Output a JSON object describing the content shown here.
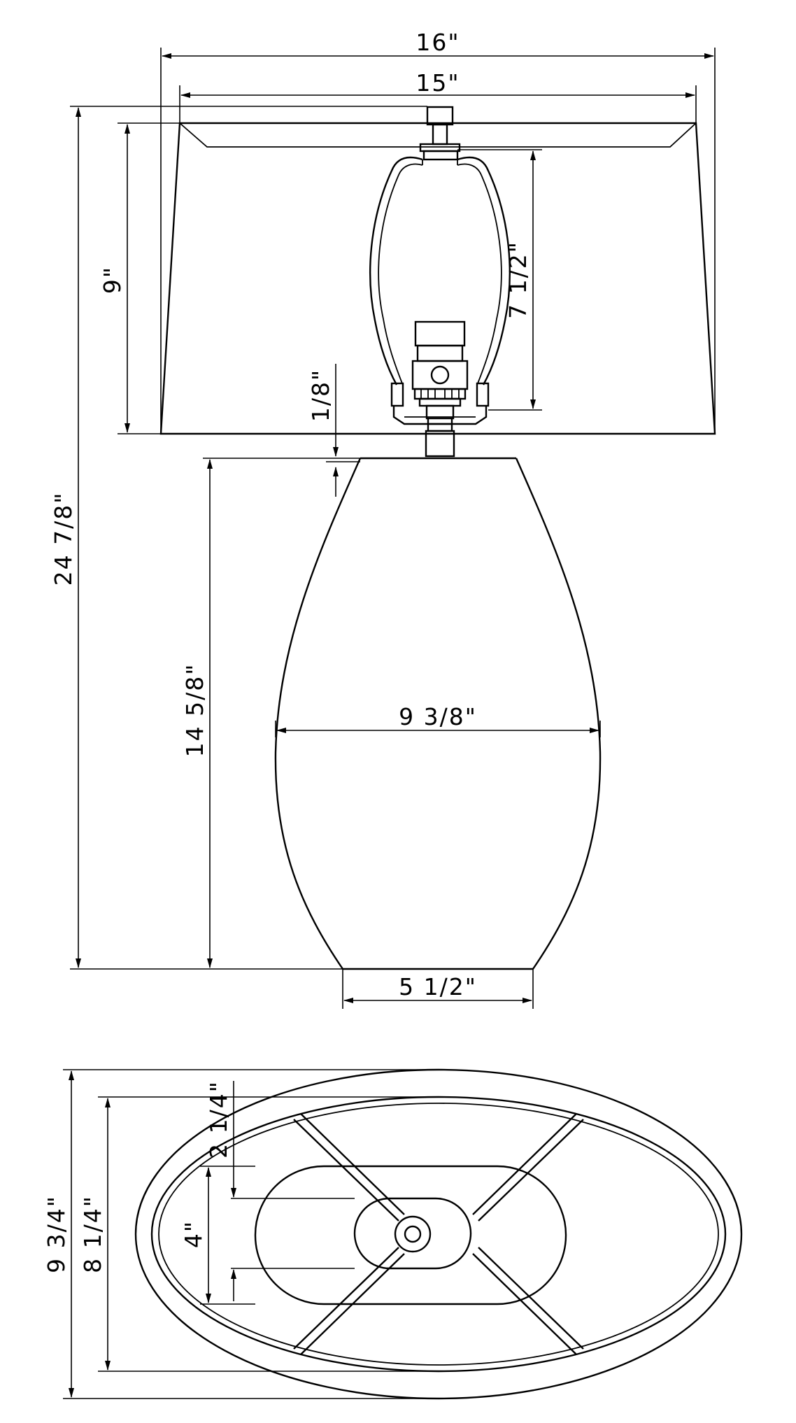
{
  "labels": {
    "shade_bottom_width": "16\"",
    "shade_top_width": "15\"",
    "overall_height": "24  7/8\"",
    "shade_height": "9\"",
    "harp_height": "7 1/2\"",
    "gap": "1/8\"",
    "base_height": "14  5/8\"",
    "body_width": "9  3/8\"",
    "foot_width": "5  1/2\"",
    "oval_outer_depth": "9  3/4\"",
    "oval_inner_depth": "8  1/4\"",
    "offset": "2  1/4\"",
    "inner_depth": "4\""
  }
}
